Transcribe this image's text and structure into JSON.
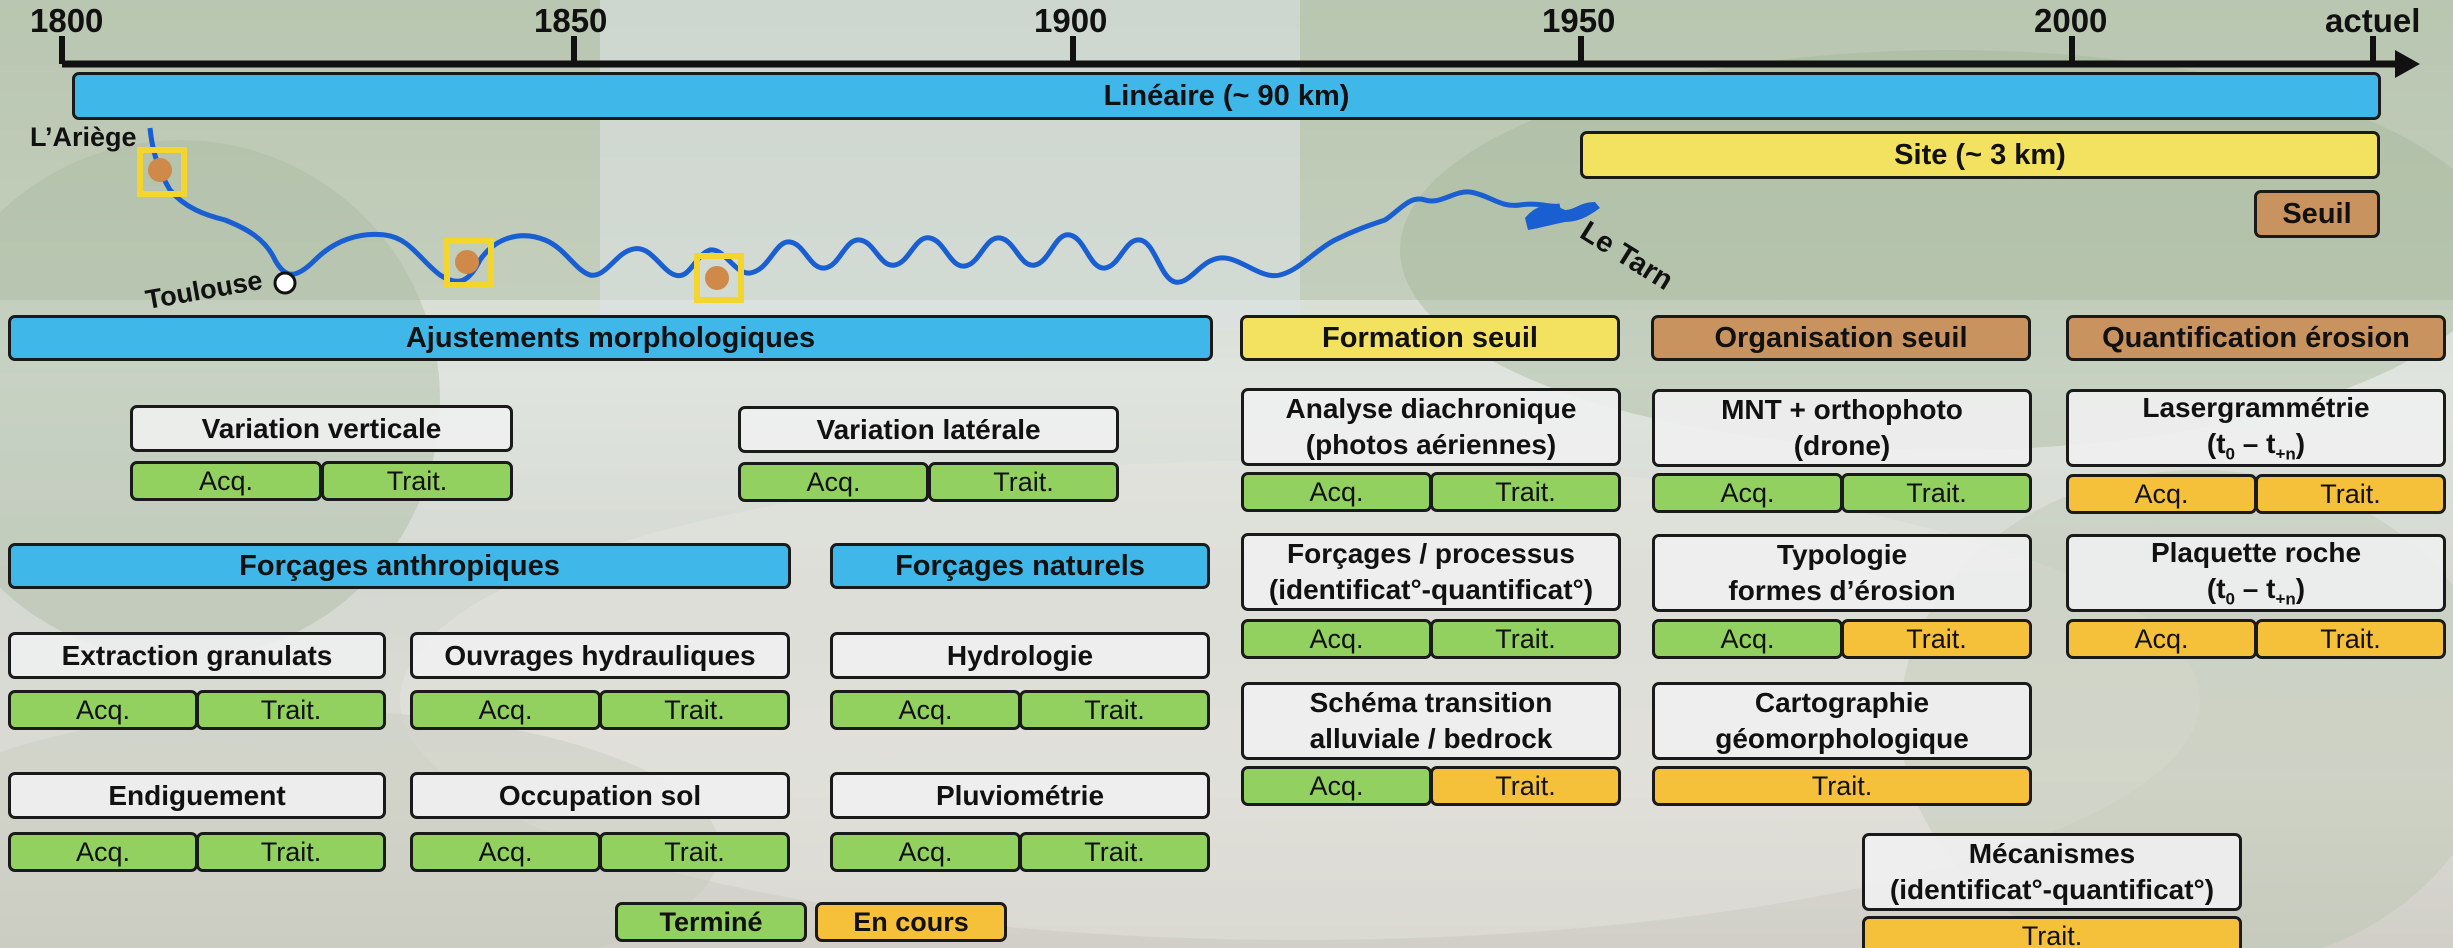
{
  "timeline": {
    "ticks": [
      "1800",
      "1850",
      "1900",
      "1950",
      "2000",
      "actuel"
    ],
    "bars": {
      "lineaire": "Linéaire (~ 90 km)",
      "site": "Site (~ 3 km)",
      "seuil": "Seuil"
    }
  },
  "map": {
    "ariege": "L’Ariège",
    "toulouse": "Toulouse",
    "tarn": "Le Tarn"
  },
  "sections": {
    "ajustements": "Ajustements morphologiques",
    "anthropiques": "Forçages anthropiques",
    "naturels": "Forçages naturels",
    "formation": "Formation seuil",
    "organisation": "Organisation seuil",
    "quantification": "Quantification érosion"
  },
  "labels": {
    "acq": "Acq.",
    "trait": "Trait."
  },
  "tasks": {
    "variation_verticale": "Variation verticale",
    "variation_laterale": "Variation latérale",
    "extraction": "Extraction  granulats",
    "ouvrages": "Ouvrages hydrauliques",
    "hydrologie": "Hydrologie",
    "endiguement": "Endiguement",
    "occupation": "Occupation sol",
    "pluviometrie": "Pluviométrie",
    "analyse_l1": "Analyse diachronique",
    "analyse_l2": "(photos aériennes)",
    "forcages_l1": "Forçages / processus",
    "forcages_l2": "(identificat°-quantificat°)",
    "schema_l1": "Schéma transition",
    "schema_l2": "alluviale / bedrock",
    "mnt_l1": "MNT + orthophoto",
    "mnt_l2": "(drone)",
    "typologie_l1": "Typologie",
    "typologie_l2": "formes d’érosion",
    "carto_l1": "Cartographie",
    "carto_l2": "géomorphologique",
    "laser_l1": "Lasergrammétrie",
    "plaquette_l1": "Plaquette roche",
    "t0": "(t",
    "t0_sub": "0",
    "t_dash": " – t",
    "tn_sub": "+n",
    "t_close": ")",
    "mecanismes_l1": "Mécanismes",
    "mecanismes_l2": "(identificat°-quantificat°)"
  },
  "legend": {
    "termine": "Terminé",
    "en_cours": "En cours"
  },
  "colors": {
    "blue": "#3fb7e8",
    "yellow": "#f3e160",
    "brown": "#c8935e",
    "done_green": "#92d060",
    "ongoing_orange": "#f5c03a",
    "river": "#1a5fd1"
  }
}
